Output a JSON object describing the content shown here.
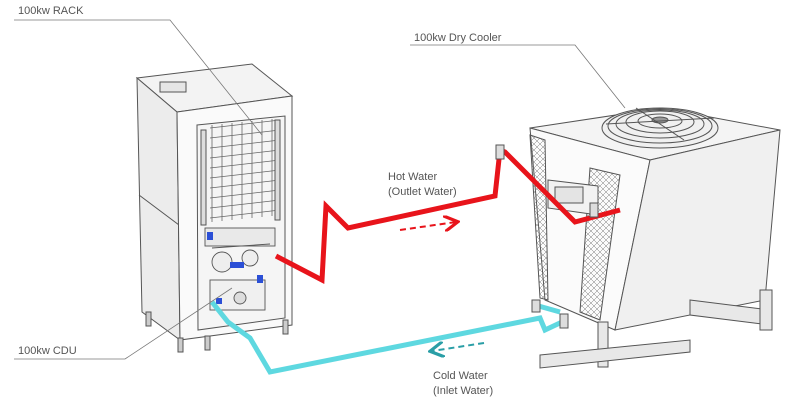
{
  "labels": {
    "rack": "100kw RACK",
    "dry_cooler": "100kw Dry Cooler",
    "cdu": "100kw CDU",
    "hot_water_line1": "Hot Water",
    "hot_water_line2": "(Outlet Water)",
    "cold_water_line1": "Cold Water",
    "cold_water_line2": "(Inlet Water)"
  },
  "colors": {
    "hot_pipe": "#e8141b",
    "cold_pipe": "#5ed8e0",
    "hot_arrow": "#e8141b",
    "cold_arrow": "#2a9ea6",
    "line_art": "#555555",
    "label_text": "#555555"
  }
}
